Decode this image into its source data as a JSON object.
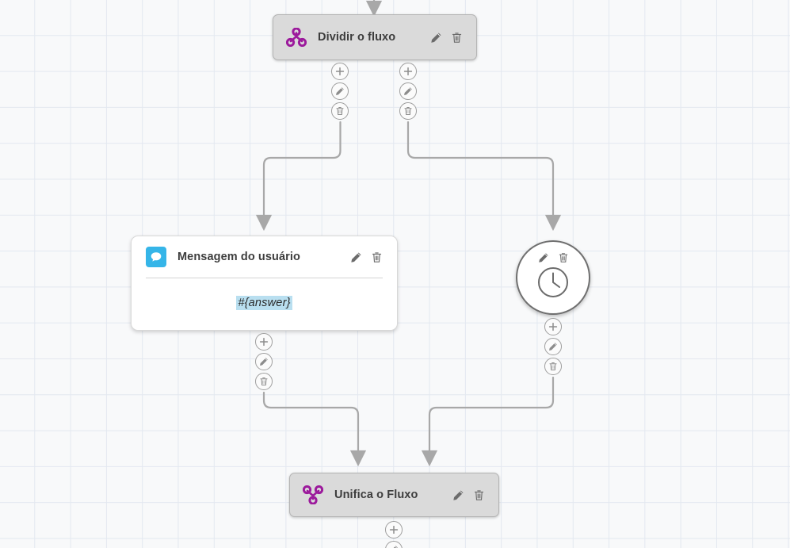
{
  "canvas": {
    "background_color": "#f8f9fa",
    "grid_color": "#e3e8f0",
    "grid_size": 45
  },
  "palette": {
    "node_gray": "#dadada",
    "node_border": "#b4b4b4",
    "purple_icon": "#9c1a9c",
    "message_icon_bg": "#35b5e8",
    "token_highlight": "#b9dff0",
    "edge_line": "#a8a8a8",
    "tool_icon": "#6b6b6b"
  },
  "nodes": [
    {
      "id": "split",
      "type": "split-node",
      "title": "Dividir o fluxo",
      "icon": "split-branch-icon",
      "tools": [
        "edit-icon",
        "delete-icon"
      ]
    },
    {
      "id": "user-message",
      "type": "message-node",
      "title": "Mensagem do usuário",
      "icon": "speech-bubble-icon",
      "tools": [
        "edit-icon",
        "delete-icon"
      ],
      "body_token": "#{answer}"
    },
    {
      "id": "timer",
      "type": "timer-node",
      "title": "",
      "icon": "clock-icon",
      "tools": [
        "edit-icon",
        "delete-icon"
      ]
    },
    {
      "id": "merge",
      "type": "merge-node",
      "title": "Unifica o Fluxo",
      "icon": "merge-branch-icon",
      "tools": [
        "edit-icon",
        "delete-icon"
      ]
    }
  ],
  "action_stacks": [
    {
      "id": "split-left",
      "buttons": [
        "add-icon",
        "edit-icon",
        "delete-icon"
      ]
    },
    {
      "id": "split-right",
      "buttons": [
        "add-icon",
        "edit-icon",
        "delete-icon"
      ]
    },
    {
      "id": "message",
      "buttons": [
        "add-icon",
        "edit-icon",
        "delete-icon"
      ]
    },
    {
      "id": "timer",
      "buttons": [
        "add-icon",
        "edit-icon",
        "delete-icon"
      ]
    },
    {
      "id": "merge",
      "buttons": [
        "add-icon",
        "edit-icon"
      ]
    }
  ],
  "labels": {
    "add": "+",
    "edit": "edit",
    "delete": "delete"
  }
}
